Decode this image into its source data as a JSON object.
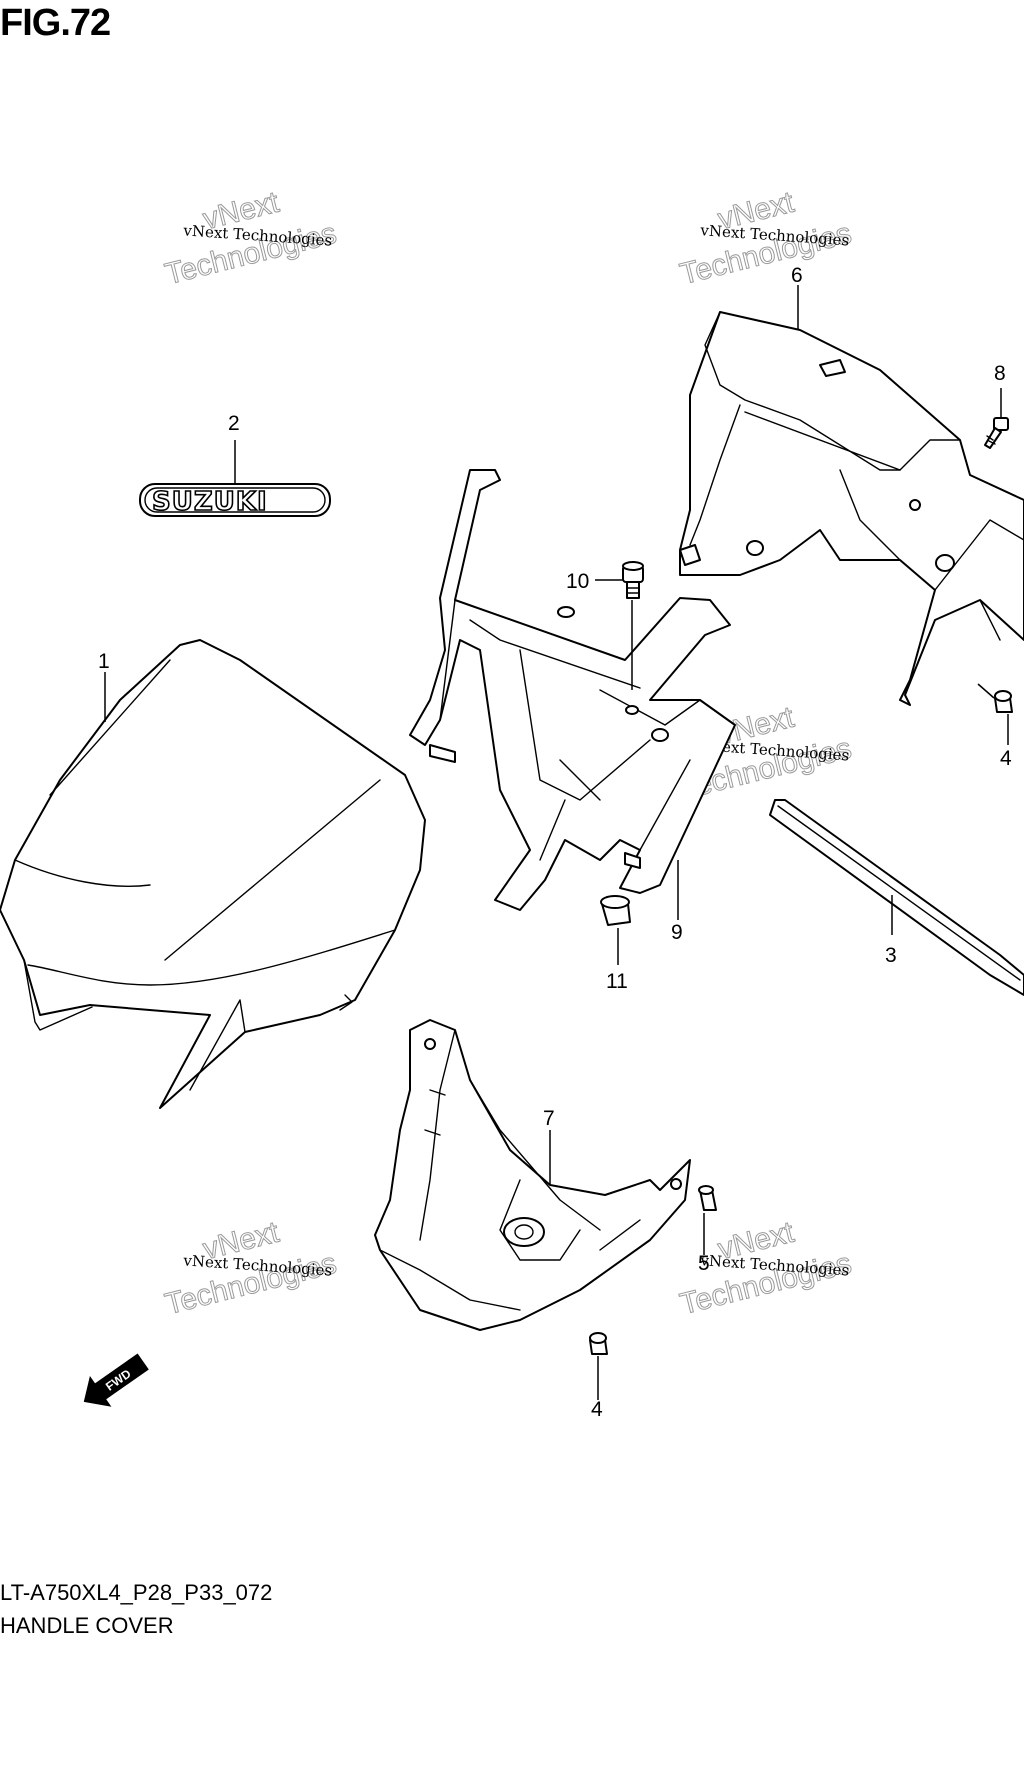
{
  "figure_title": "FIG.72",
  "model_code": "LT-A750XL4_P28_P33_072",
  "section_name": "HANDLE COVER",
  "logo_text": "SUZUKI",
  "fwd_label": "FWD",
  "watermark": {
    "line1": "vNext Technologies",
    "line2": "vNext",
    "line3": "Technologies"
  },
  "callouts": [
    "1",
    "2",
    "3",
    "4",
    "4",
    "5",
    "6",
    "7",
    "8",
    "9",
    "10",
    "11"
  ]
}
